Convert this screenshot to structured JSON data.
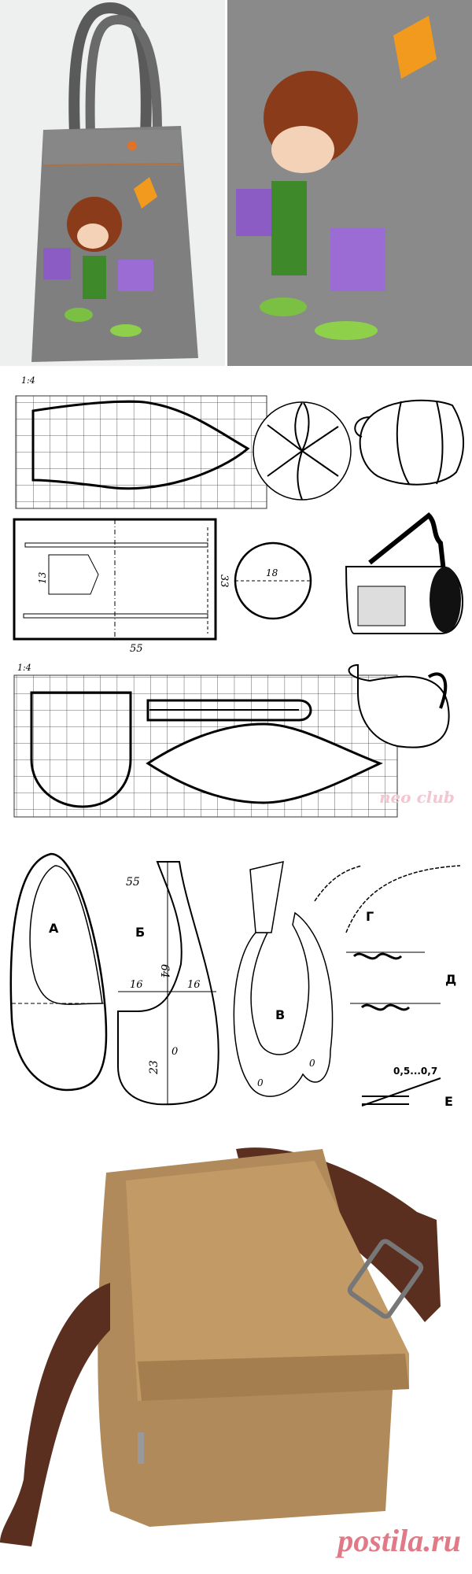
{
  "photos": {
    "tote_bag": {
      "felt_color": "#7d7d7d",
      "hair_color": "#8a3b1a",
      "coat_color": "#3e8a2a",
      "accent_purple": "#8a5cc4",
      "butterfly_color": "#f29a1e"
    },
    "closeup": {
      "felt_color": "#8a8a8a"
    },
    "messenger_bag": {
      "canvas_color": "#b08a5a",
      "strap_color": "#5a2f20"
    }
  },
  "pattern1": {
    "scale": "1:4"
  },
  "pattern2": {
    "width": "55",
    "height": "33",
    "pocket": "13",
    "circle_diameter": "18"
  },
  "pattern3": {
    "scale": "1:4"
  },
  "pattern4": {
    "labels": {
      "a": "А",
      "b": "Б",
      "v": "В",
      "g": "Г",
      "d": "Д",
      "e": "Е"
    },
    "dims": {
      "d55": "55",
      "d64": "64",
      "d16a": "16",
      "d16b": "16",
      "d23": "23",
      "o1": "0",
      "o2": "0",
      "o3": "0",
      "seam": "0,5...0,7"
    }
  },
  "watermarks": {
    "small": "neo club",
    "main": "postila.ru"
  }
}
